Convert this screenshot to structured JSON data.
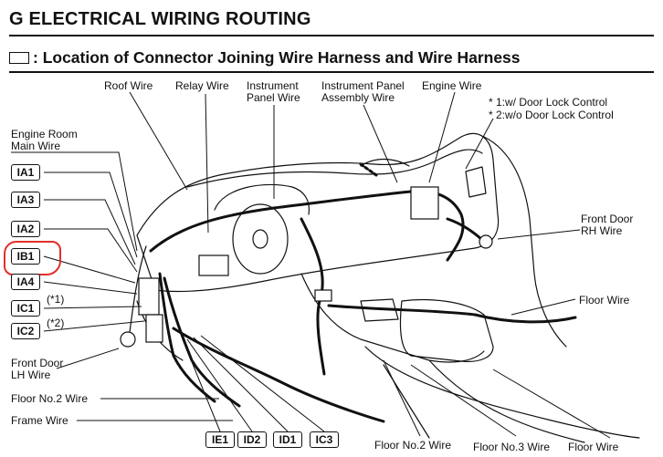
{
  "header": {
    "title": "G  ELECTRICAL WIRING ROUTING",
    "subtitle": ": Location of Connector Joining Wire Harness and Wire Harness",
    "subtitle_icon": "rectangle-symbol-icon"
  },
  "labels": {
    "roof_wire": "Roof Wire",
    "relay_wire": "Relay Wire",
    "instrument_panel_wire_1": "Instrument",
    "instrument_panel_wire_2": "Panel Wire",
    "ip_assembly_wire_1": "Instrument Panel",
    "ip_assembly_wire_2": "Assembly Wire",
    "engine_wire": "Engine Wire",
    "note_1": "* 1:w/ Door Lock Control",
    "note_2": "* 2:w/o Door Lock Control",
    "engine_room_main_1": "Engine Room",
    "engine_room_main_2": "Main Wire",
    "front_door_rh_1": "Front Door",
    "front_door_rh_2": "RH Wire",
    "floor_wire": "Floor Wire",
    "front_door_lh_1": "Front Door",
    "front_door_lh_2": "LH Wire",
    "floor_no2_left": "Floor No.2 Wire",
    "frame_wire": "Frame Wire",
    "floor_no2_bottom": "Floor No.2 Wire",
    "floor_no3_bottom": "Floor No.3 Wire",
    "floor_bottom": "Floor Wire",
    "ic1_note": "(*1)",
    "ic2_note": "(*2)"
  },
  "connectors": {
    "ia1": "IA1",
    "ia3": "IA3",
    "ia2": "IA2",
    "ib1": "IB1",
    "ia4": "IA4",
    "ic1": "IC1",
    "ic2": "IC2",
    "ie1": "IE1",
    "id2": "ID2",
    "id1": "ID1",
    "ic3": "IC3"
  },
  "colors": {
    "ink": "#111111",
    "highlight": "#e0302a"
  }
}
